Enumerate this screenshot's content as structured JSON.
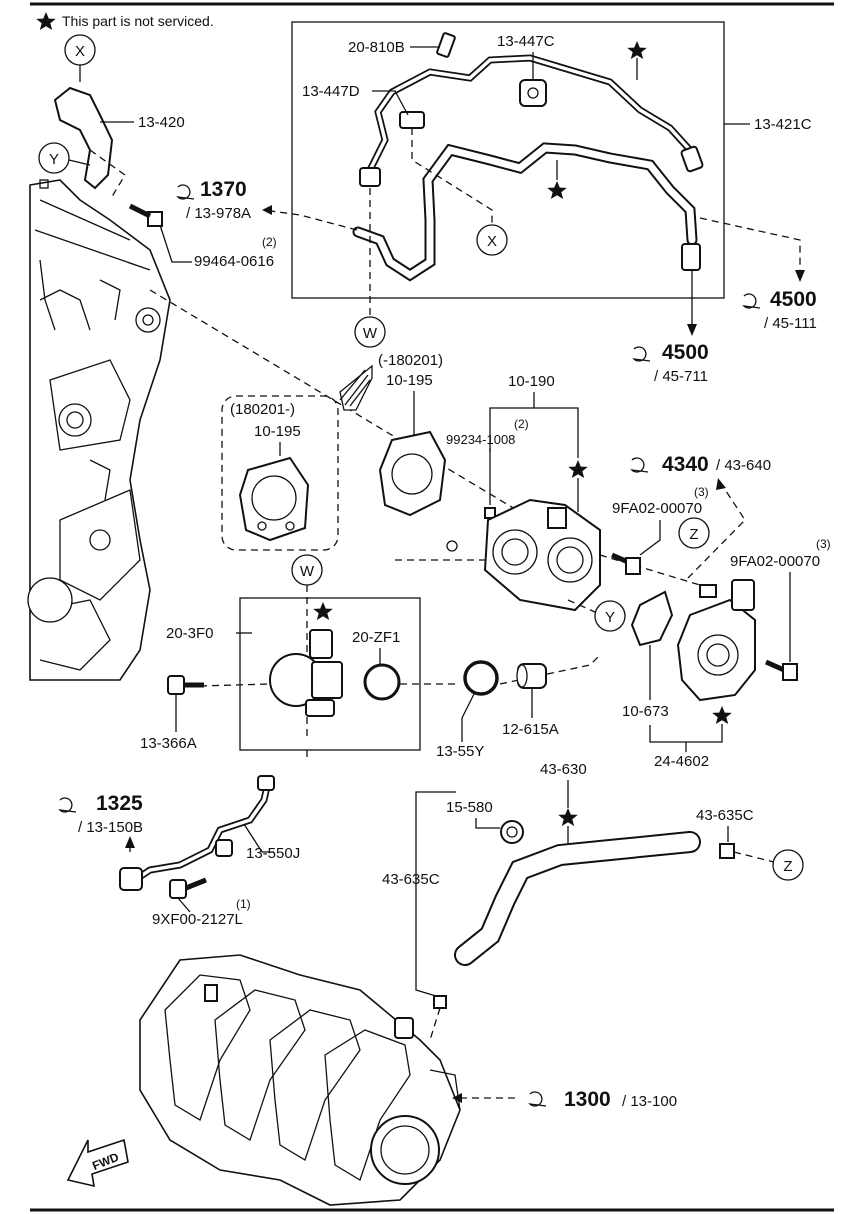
{
  "legend_note": "This part is not serviced.",
  "callouts": {
    "X": "X",
    "Y": "Y",
    "W": "W",
    "Z": "Z"
  },
  "parts": {
    "p_20_810B": "20-810B",
    "p_13_447C": "13-447C",
    "p_13_447D": "13-447D",
    "p_13_421C": "13-421C",
    "p_13_420": "13-420",
    "p_99464_0616": "99464-0616",
    "p_99464_0616_qty": "(2)",
    "p_10_195_a_range": "(-180201)",
    "p_10_195_a": "10-195",
    "p_10_195_b_range": "(180201-)",
    "p_10_195_b": "10-195",
    "p_10_190": "10-190",
    "p_99234_1008_qty": "(2)",
    "p_99234_1008": "99234-1008",
    "p_9FA02_00070_a_qty": "(3)",
    "p_9FA02_00070_a": "9FA02-00070",
    "p_9FA02_00070_b_qty": "(3)",
    "p_9FA02_00070_b": "9FA02-00070",
    "p_20_3F0": "20-3F0",
    "p_20_ZF1": "20-ZF1",
    "p_13_366A": "13-366A",
    "p_13_55Y": "13-55Y",
    "p_12_615A": "12-615A",
    "p_10_673": "10-673",
    "p_24_4602": "24-4602",
    "p_43_630": "43-630",
    "p_15_580": "15-580",
    "p_43_635C_a": "43-635C",
    "p_43_635C_b": "43-635C",
    "p_13_550J": "13-550J",
    "p_9XF00_2127L_qty": "(1)",
    "p_9XF00_2127L": "9XF00-2127L"
  },
  "references": {
    "r1370_big": "1370",
    "r1370_sub": "/ 13-978A",
    "r4500a_big": "4500",
    "r4500a_sub": "/ 45-111",
    "r4500b_big": "4500",
    "r4500b_sub": "/ 45-711",
    "r4340_big": "4340",
    "r4340_sub": "/ 43-640",
    "r1325_big": "1325",
    "r1325_sub": "/ 13-150B",
    "r1300_big": "1300",
    "r1300_sub": "/ 13-100"
  },
  "fwd_label": "FWD",
  "icons": {
    "star": "star-icon",
    "reference": "reference-arrow-icon"
  },
  "colors": {
    "line": "#111111",
    "background": "#ffffff"
  }
}
